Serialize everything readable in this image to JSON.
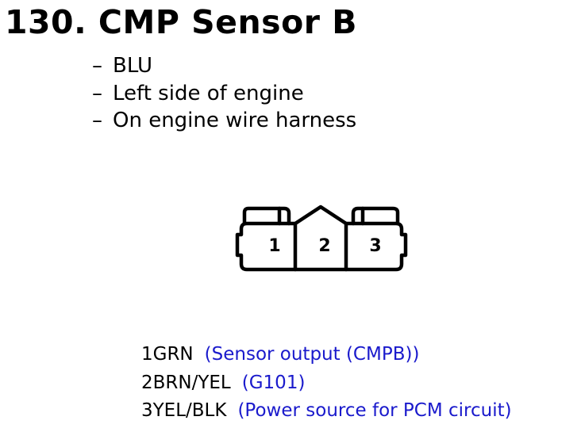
{
  "title": "130. CMP Sensor B",
  "bullets": [
    {
      "dash": "–",
      "text": "BLU"
    },
    {
      "dash": "–",
      "text": "Left side of engine"
    },
    {
      "dash": "–",
      "text": "On engine wire harness"
    }
  ],
  "connector": {
    "pin_labels": [
      "1",
      "2",
      "3"
    ]
  },
  "pins": [
    {
      "id": "1GRN",
      "description": "(Sensor output (CMPB))"
    },
    {
      "id": "2BRN/YEL",
      "description": "(G101)"
    },
    {
      "id": "3YEL/BLK",
      "description": "(Power source for PCM circuit)"
    }
  ],
  "colors": {
    "description_text": "#1a1acc",
    "text": "#000000"
  }
}
